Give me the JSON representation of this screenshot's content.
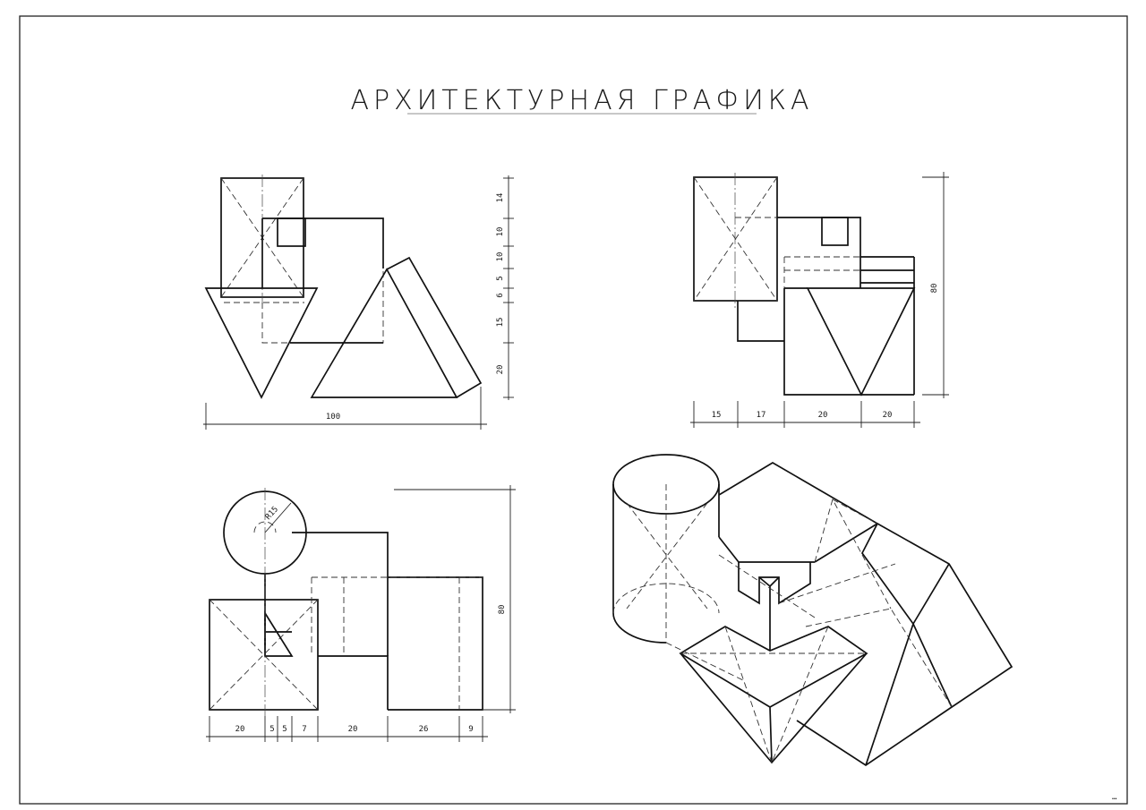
{
  "title": "АРХИТЕКТУРНАЯ ГРАФИКА",
  "front_view": {
    "vertical_dims": [
      "14",
      "10",
      "10",
      "5",
      "6",
      "15",
      "20"
    ],
    "horizontal_dims": [
      "100"
    ]
  },
  "side_view": {
    "vertical_dims": [
      "80"
    ],
    "horizontal_dims": [
      "15",
      "17",
      "20",
      "20"
    ]
  },
  "top_view": {
    "radius_label": "R15",
    "vertical_dims": [
      "80"
    ],
    "horizontal_dims": [
      "20",
      "5",
      "5",
      "7",
      "20",
      "26",
      "9"
    ]
  },
  "colors": {
    "ink": "#111111",
    "paper": "#ffffff"
  }
}
